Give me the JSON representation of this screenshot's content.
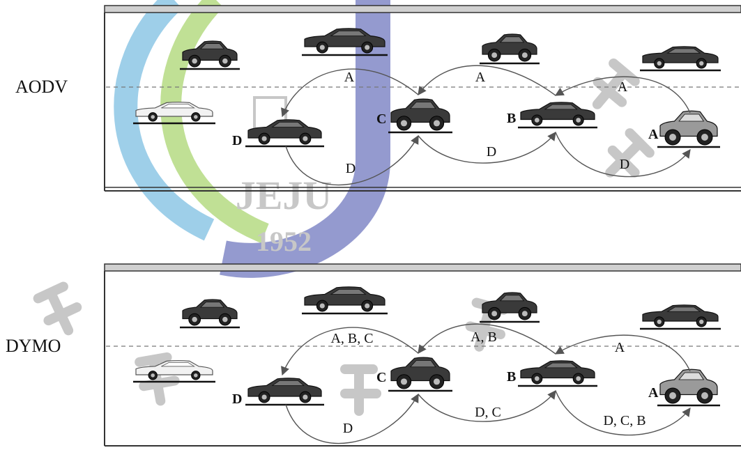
{
  "panels": [
    {
      "id": "aodv",
      "label": "AODV",
      "node_labels": {
        "d": "D",
        "c": "C",
        "b": "B",
        "a": "A"
      },
      "request_labels": [
        "A",
        "A",
        "A"
      ],
      "reply_labels": [
        "D",
        "D",
        "D"
      ]
    },
    {
      "id": "dymo",
      "label": "DYMO",
      "node_labels": {
        "d": "D",
        "c": "C",
        "b": "B",
        "a": "A"
      },
      "request_labels": [
        "A, B, C",
        "A, B",
        "A"
      ],
      "reply_labels": [
        "D",
        "D, C",
        "D, C, B"
      ]
    }
  ],
  "watermark": {
    "text": "JEJU",
    "year": "1952",
    "colors": {
      "blue": "#3d47a8",
      "green": "#8cc63f",
      "lightblue": "#4fa8d8",
      "gray": "#9a9a9a"
    }
  },
  "colors": {
    "road_border": "#333333",
    "road_top_strip": "#d0d0d0",
    "arrow": "#555555",
    "lane_line": "#777777",
    "car_dark": "#3a3a3a",
    "car_light": "#f2f2f2",
    "car_gray": "#9a9a9a"
  }
}
